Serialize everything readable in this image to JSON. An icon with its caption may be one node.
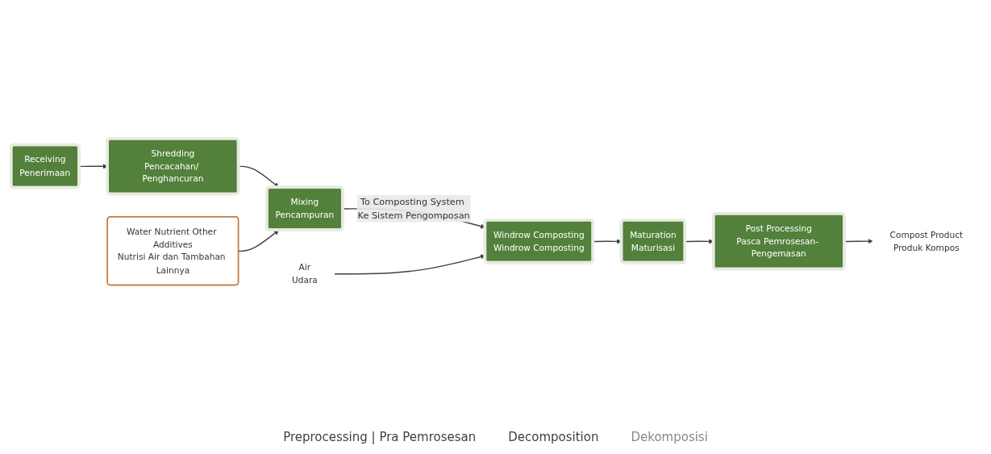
{
  "diagram": {
    "nodes": [
      {
        "text": [
          "Receiving",
          "Penerimaan"
        ]
      },
      {
        "text": [
          "Shredding",
          "Pencacahan/ Penghancuran"
        ]
      },
      {
        "text": [
          "Mixing",
          "Pencampuran"
        ]
      },
      {
        "text": [
          "Water Nutrient Other Additives",
          "Nutrisi Air dan Tambahan Lainnya"
        ]
      },
      {
        "text": [
          "Air",
          "Udara"
        ]
      },
      {
        "text": [
          "Windrow Composting",
          "Windrow Composting"
        ]
      },
      {
        "text": [
          "Maturation",
          "Maturisasi"
        ]
      },
      {
        "text": [
          "Post Processing",
          "Pasca Pemrosesan- Pengemasan"
        ]
      },
      {
        "text": [
          "Compost Product",
          "Produk Kompos"
        ]
      }
    ],
    "edges": [
      {
        "from": 0,
        "to": 1,
        "arrow": "to"
      },
      {
        "from": 1,
        "to": 2,
        "arrow": "to"
      },
      {
        "from": 3,
        "to": 2,
        "arrow": "to"
      },
      {
        "from": 2,
        "to": 5,
        "arrow": "to",
        "label": "To Composting System Ke Sistem Pengomposan"
      },
      {
        "from": 4,
        "to": 5,
        "arrow": "to"
      },
      {
        "from": 5,
        "to": 6,
        "arrow": "to"
      },
      {
        "from": 6,
        "to": 7,
        "arrow": "to"
      },
      {
        "from": 7,
        "to": 8,
        "arrow": "to"
      }
    ],
    "labels": [
      "Preprocessing | Pra Pemrosesan",
      "Decomposition",
      "Dekomposisi"
    ]
  }
}
